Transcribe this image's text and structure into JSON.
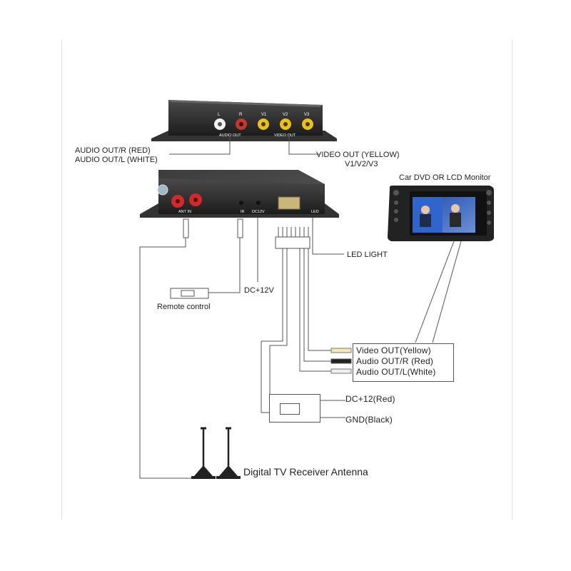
{
  "device_top": {
    "jack_labels": [
      "L",
      "R",
      "V1",
      "V2",
      "V3"
    ],
    "audio_out_label": "AUDIO OUT",
    "video_out_label": "VIDEO OUT"
  },
  "device_front": {
    "ant_in_label": "ANT IN",
    "ir_label": "IR",
    "dc_label": "DC12V",
    "led_label": "LED"
  },
  "labels": {
    "audio_out_r": "AUDIO OUT/R (RED)",
    "audio_out_l": "AUDIO OUT/L (WHITE)",
    "video_out": "VIDEO OUT (YELLOW)",
    "video_channels": "V1/V2/V3",
    "monitor": "Car DVD OR LCD Monitor",
    "led_light": "LED LIGHT",
    "dc12v": "DC+12V",
    "remote_control": "Remote control",
    "video_out_yellow": "Video OUT(Yellow)",
    "audio_out_r_red": "Audio OUT/R (Red)",
    "audio_out_l_white": "Audio OUT/L(White)",
    "dc12_red": "DC+12(Red)",
    "gnd_black": "GND(Black)",
    "antenna": "Digital TV Receiver Antenna"
  },
  "colors": {
    "device_body": "#2b2b2b",
    "rca_white": "#f2f2f2",
    "rca_red": "#c0392b",
    "rca_yellow": "#e8c21a",
    "ant_connector": "#d22a2a",
    "line": "#555555",
    "screen_blue": "#2a55b8"
  }
}
